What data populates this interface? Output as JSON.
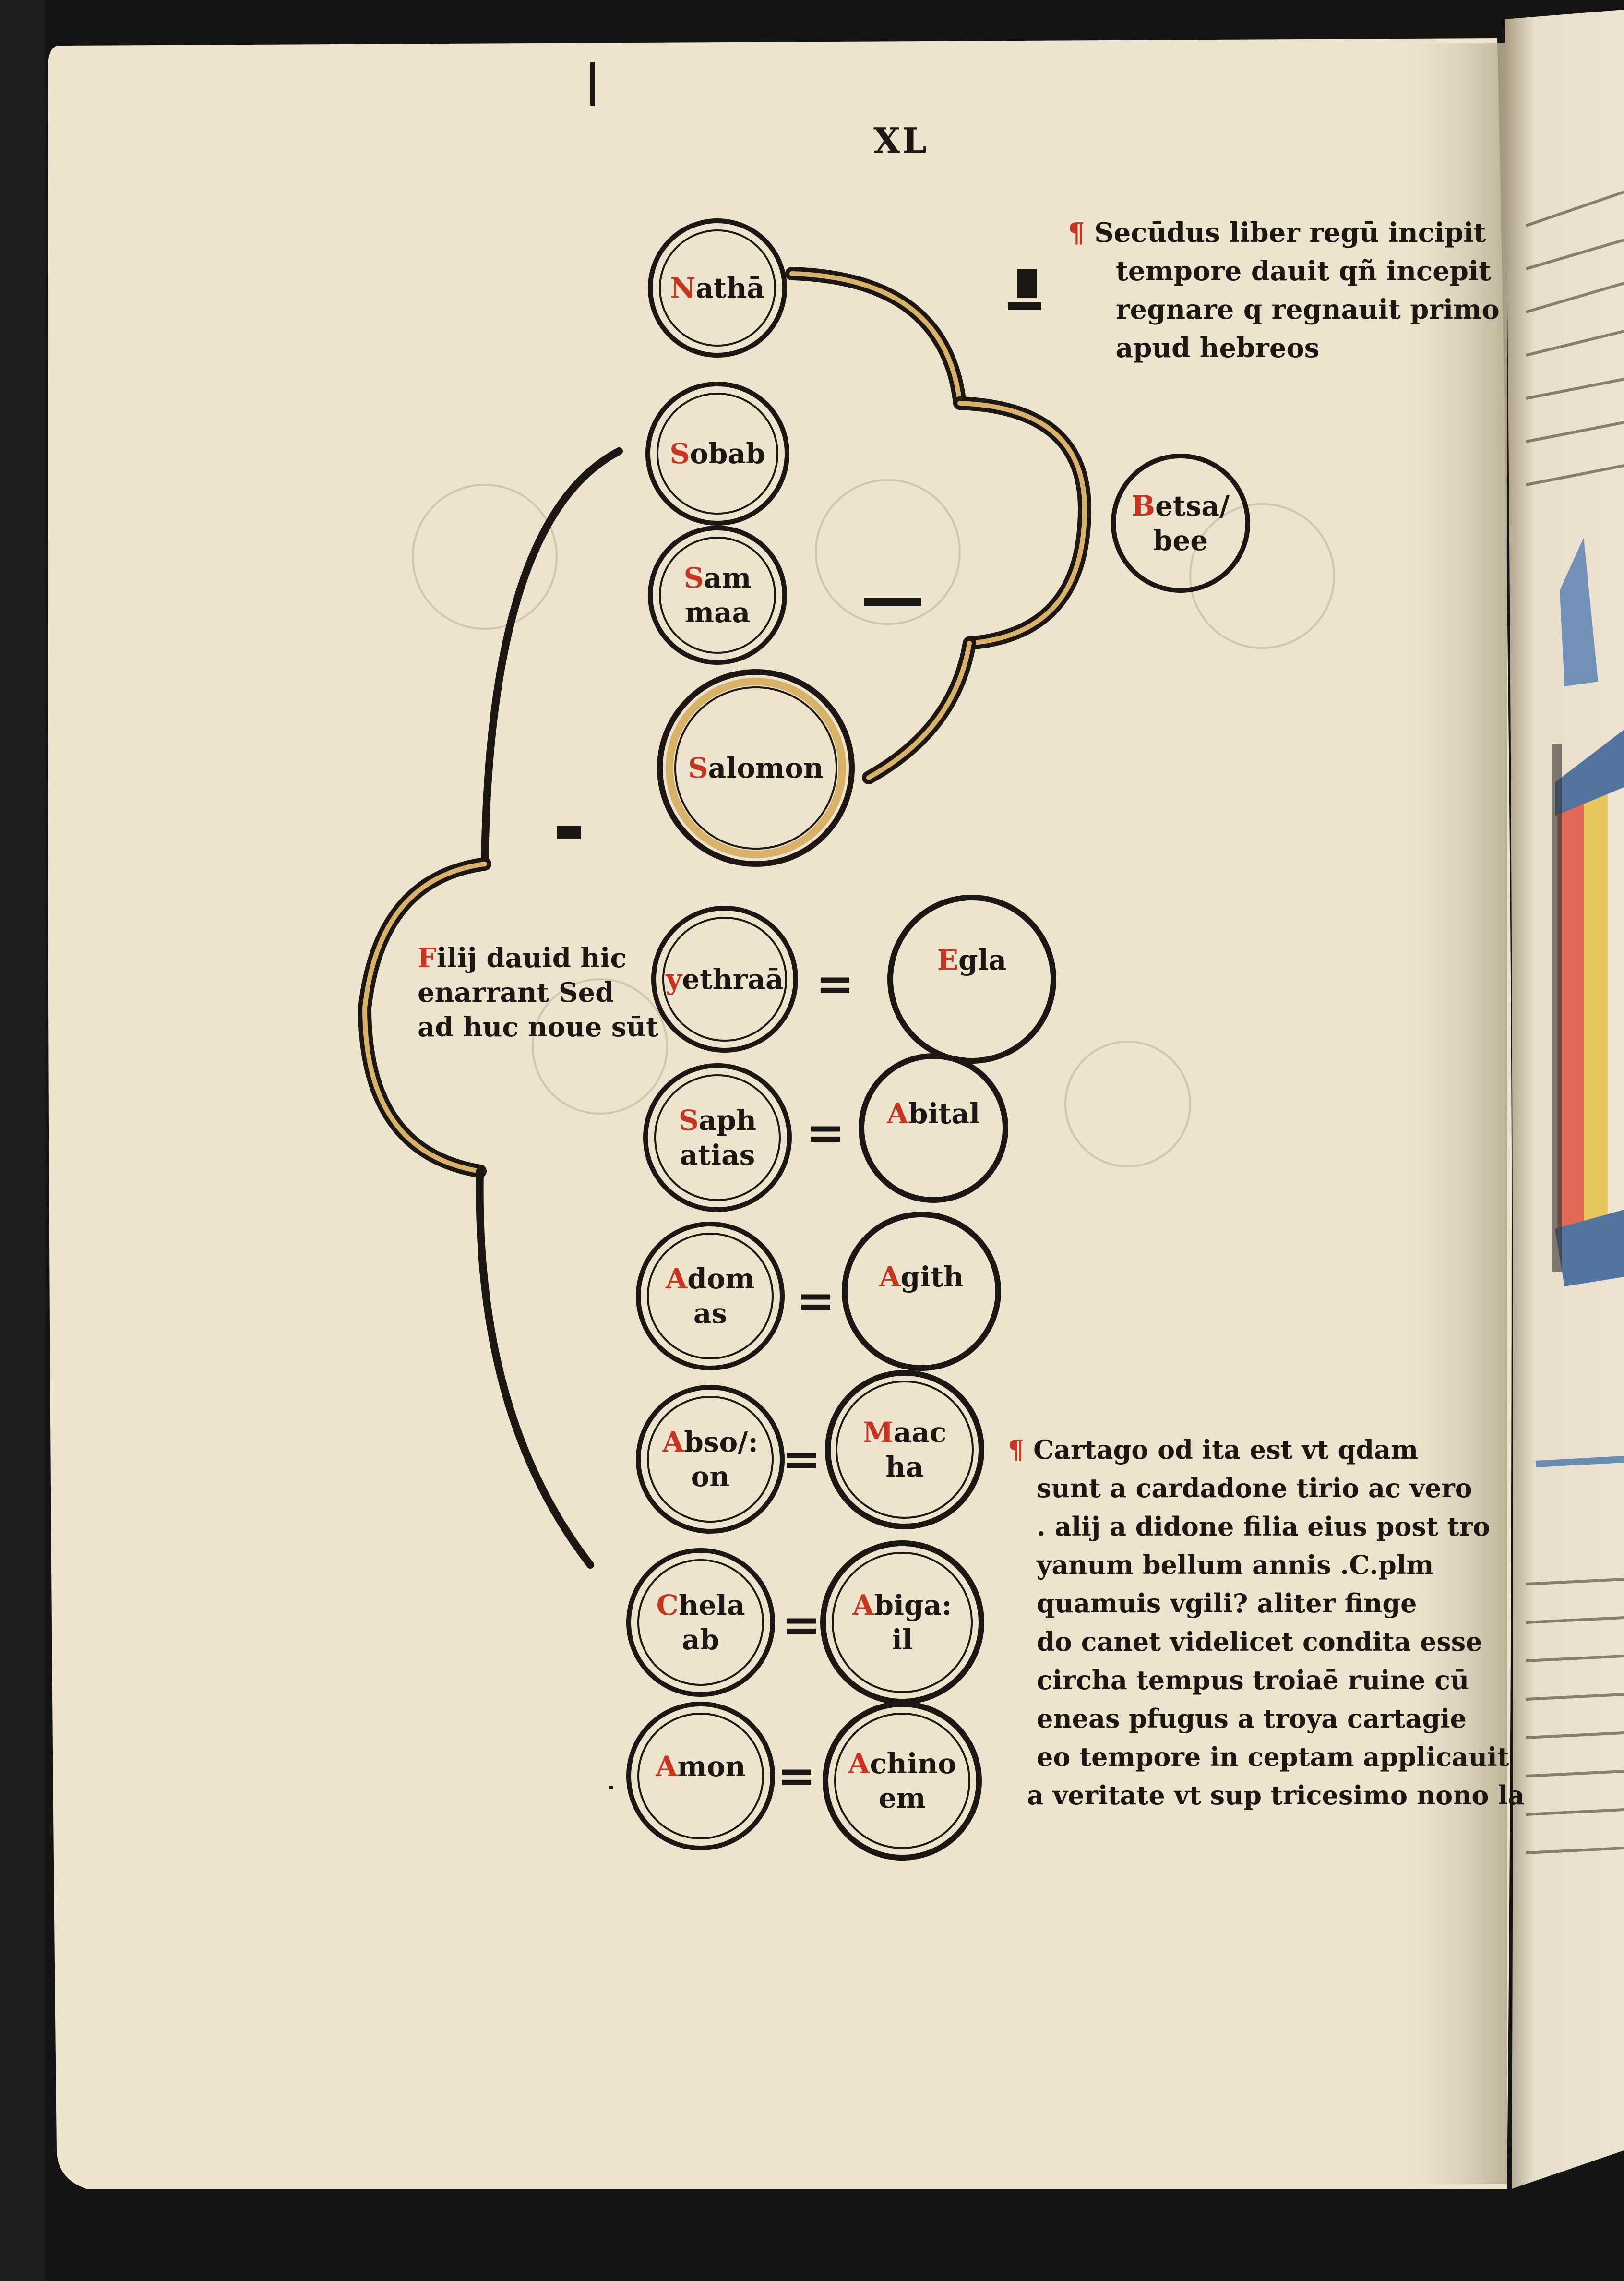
{
  "folio": "XL",
  "chart": {
    "nodes": [
      {
        "id": "natha",
        "initial": "N",
        "rest": "athā",
        "line2": ""
      },
      {
        "id": "sobab",
        "initial": "S",
        "rest": "obab",
        "line2": ""
      },
      {
        "id": "sammaa",
        "initial": "S",
        "rest": "am",
        "line2": "maa"
      },
      {
        "id": "salomon",
        "initial": "S",
        "rest": "alomon",
        "line2": ""
      },
      {
        "id": "betsabee",
        "initial": "B",
        "rest": "etsa/",
        "line2": "bee"
      },
      {
        "id": "ythraa",
        "initial": "y",
        "rest": "ethraā",
        "line2": ""
      },
      {
        "id": "egla",
        "initial": "E",
        "rest": "gla",
        "line2": ""
      },
      {
        "id": "saphatias",
        "initial": "S",
        "rest": "aph",
        "line2": "atias"
      },
      {
        "id": "abital",
        "initial": "A",
        "rest": "bital",
        "line2": ""
      },
      {
        "id": "adonias",
        "initial": "A",
        "rest": "dom",
        "line2": "as"
      },
      {
        "id": "agith",
        "initial": "A",
        "rest": "gith",
        "line2": ""
      },
      {
        "id": "absolon",
        "initial": "A",
        "rest": "bso/:",
        "line2": "on"
      },
      {
        "id": "maacha",
        "initial": "M",
        "rest": "aac",
        "line2": "ha"
      },
      {
        "id": "chelab",
        "initial": "C",
        "rest": "hela",
        "line2": "ab"
      },
      {
        "id": "abigail",
        "initial": "A",
        "rest": "biga:",
        "line2": "il"
      },
      {
        "id": "amon",
        "initial": "A",
        "rest": "mon",
        "line2": ""
      },
      {
        "id": "achinoem",
        "initial": "A",
        "rest": "chino",
        "line2": "em"
      }
    ],
    "equals": "="
  },
  "note_top": {
    "mark": "¶",
    "initial": "S",
    "lines": [
      "ecūdus liber regū incipit",
      "tempore dauit qñ incepit",
      "regnare q regnauit primo",
      "apud hebreos"
    ]
  },
  "note_filii": {
    "initial": "F",
    "lines": [
      "ilij dauid hic",
      "enarrant Sed",
      "ad huc noue sūt"
    ]
  },
  "note_carthago": {
    "mark": "¶",
    "initial": "C",
    "lines": [
      "artago od ita est vt qdam",
      "sunt a cardadone tirio ac vero",
      ". alij a didone filia eius post tro",
      "yanum bellum annis .C.plm",
      "quamuis vgili? aliter finge",
      "do canet videlicet condita esse",
      "circha tempus troiaē ruine cū",
      "eneas pfugus a troya cartagie",
      "eo tempore in ceptam applicauit",
      "a veritate vt sup tricesimo nono la"
    ]
  },
  "colors": {
    "ink": "#1c1712",
    "rubric": "#c8341f",
    "ochre": "#d9b26a",
    "paper": "#ece4cd"
  }
}
